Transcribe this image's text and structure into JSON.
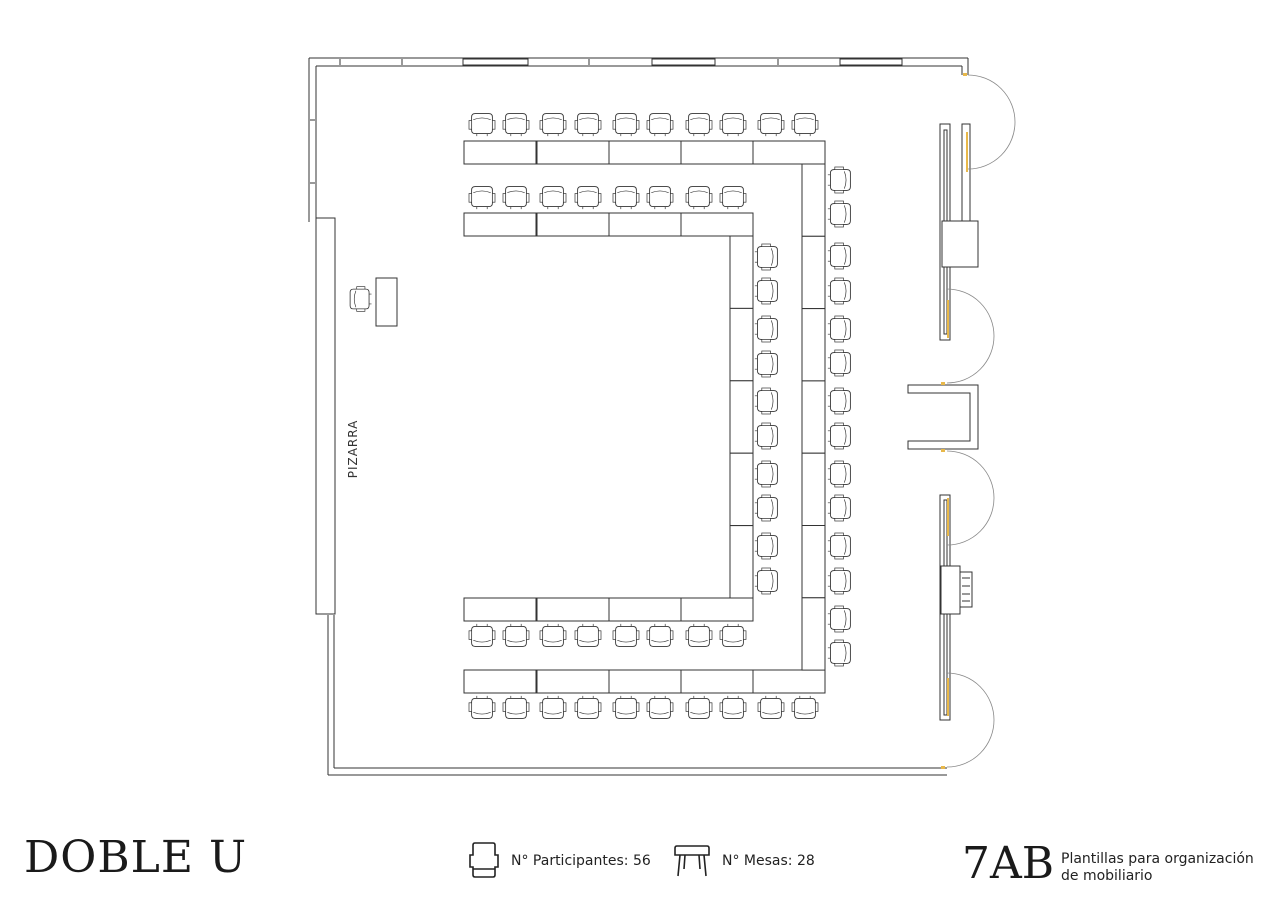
{
  "plan": {
    "whiteboard_label": "PIZARRA"
  },
  "footer": {
    "layout_name": "DOBLE U",
    "participants": {
      "label": "N° Participantes:",
      "value": "56",
      "icon": "chair-icon"
    },
    "tables": {
      "label": "N° Mesas:",
      "value": "28",
      "icon": "table-icon"
    },
    "brand": {
      "name": "7AB",
      "tagline_line1": "Plantillas para organización",
      "tagline_line2": "de mobiliario"
    }
  },
  "colors": {
    "line": "#333333",
    "door_jamb": "#e8b84a"
  }
}
